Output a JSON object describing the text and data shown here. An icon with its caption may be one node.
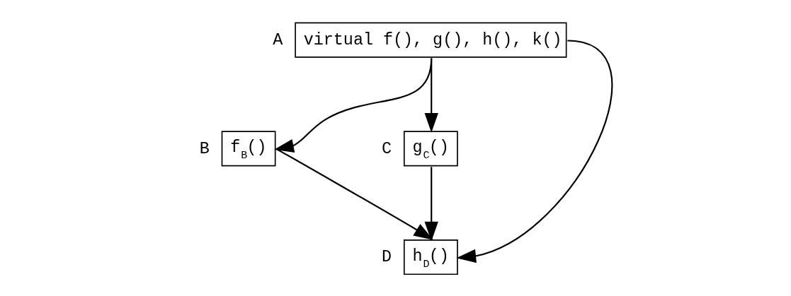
{
  "diagram": {
    "nodes": [
      {
        "text": [
          "virtual f(), g(), h(), k()"
        ],
        "beside": [
          "A"
        ]
      },
      {
        "text": [
          "f$_{B}$()"
        ],
        "beside": [
          "B"
        ]
      },
      {
        "text": [
          "g$_{C}$()"
        ],
        "beside": [
          "C"
        ]
      },
      {
        "text": [
          "h$_{D}$()"
        ],
        "beside": [
          "D"
        ]
      }
    ],
    "edges": [
      {
        "from": 0,
        "to": 1,
        "arrow": "to"
      },
      {
        "from": 0,
        "to": 3,
        "arrow": "to"
      },
      {
        "from": 0,
        "to": 2,
        "arrow": "to"
      },
      {
        "from": 1,
        "to": 3,
        "arrow": "to"
      },
      {
        "from": 2,
        "to": 3,
        "arrow": "to"
      }
    ]
  }
}
